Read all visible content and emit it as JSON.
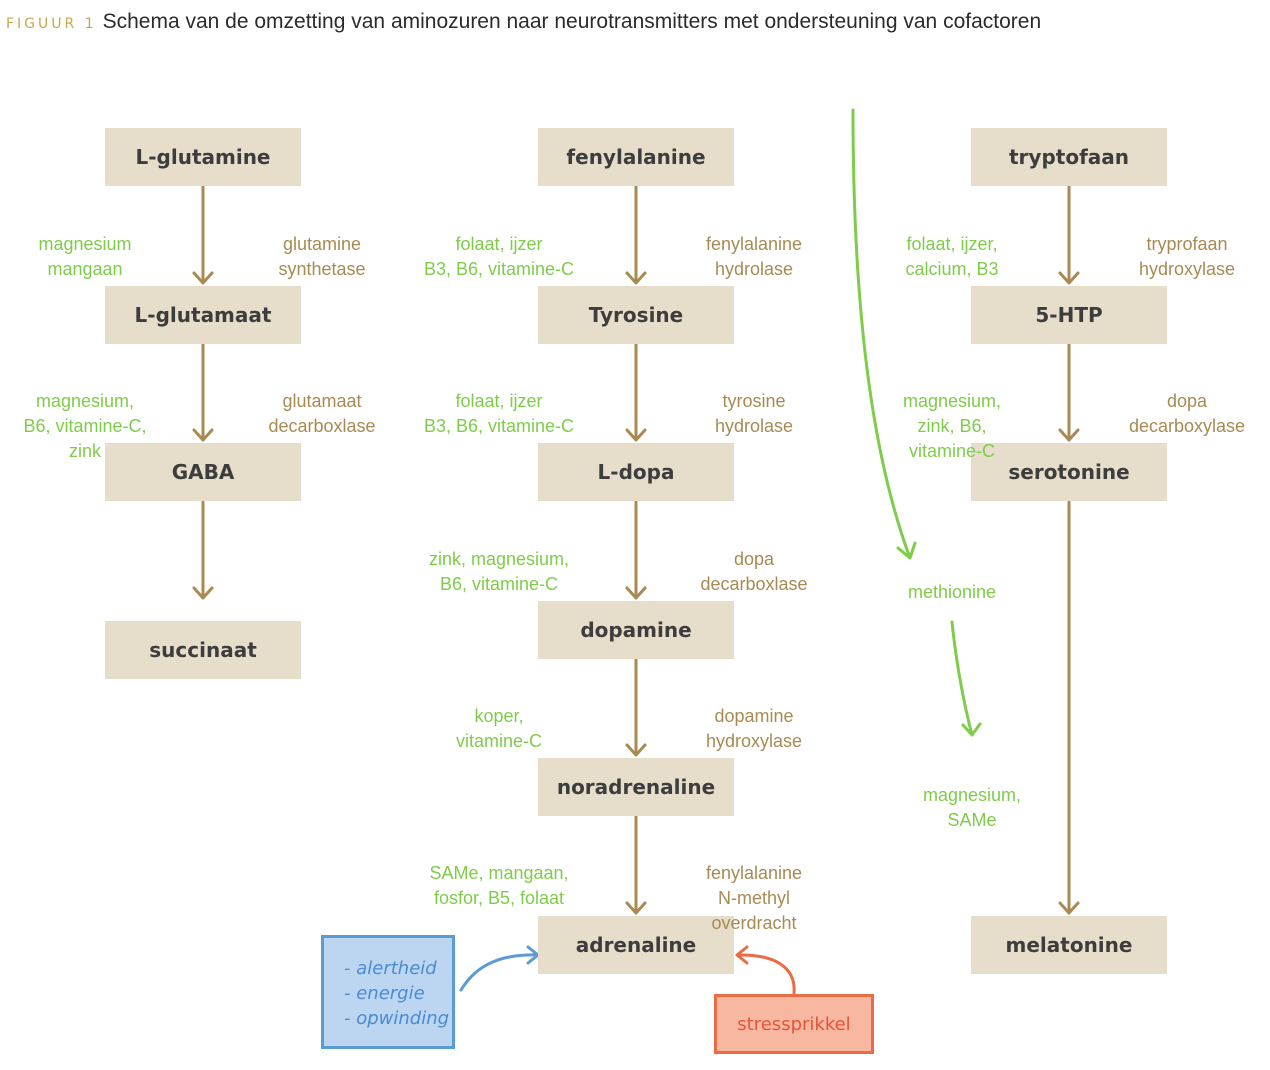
{
  "caption": {
    "figure_label": "FIGUUR 1",
    "title": "Schema van de omzetting van aminozuren naar neurotransmitters met ondersteuning van cofactoren"
  },
  "nodes": {
    "l_glutamine": "L-glutamine",
    "l_glutamaat": "L-glutamaat",
    "gaba": "GABA",
    "succinaat": "succinaat",
    "fenylalanine": "fenylalanine",
    "tyrosine": "Tyrosine",
    "l_dopa": "L-dopa",
    "dopamine": "dopamine",
    "noradrenaline": "noradrenaline",
    "adrenaline": "adrenaline",
    "tryptofaan": "tryptofaan",
    "htp": "5-HTP",
    "serotonine": "serotonine",
    "melatonine": "melatonine"
  },
  "cofactors": {
    "glutamine_to_glutamaat": [
      "magnesium",
      "mangaan"
    ],
    "glutamaat_to_gaba": [
      "magnesium,",
      "B6, vitamine-C,",
      "zink"
    ],
    "fenylalanine_to_tyrosine": [
      "folaat, ijzer",
      "B3, B6, vitamine-C"
    ],
    "tyrosine_to_ldopa": [
      "folaat, ijzer",
      "B3, B6, vitamine-C"
    ],
    "ldopa_to_dopamine": [
      "zink, magnesium,",
      "B6, vitamine-C"
    ],
    "dopamine_to_noradrenaline": [
      "koper,",
      "vitamine-C"
    ],
    "noradrenaline_to_adrenaline": [
      "SAMe, mangaan,",
      "fosfor, B5, folaat"
    ],
    "tryptofaan_to_htp": [
      "folaat, ijzer,",
      "calcium, B3"
    ],
    "htp_to_serotonine": [
      "magnesium,",
      "zink, B6,",
      "vitamine-C"
    ],
    "methionine": "methionine",
    "serotonine_to_melatonine": [
      "magnesium,",
      "SAMe"
    ]
  },
  "enzymes": {
    "glutamine_synthetase": [
      "glutamine",
      "synthetase"
    ],
    "glutamaat_decarboxlase": [
      "glutamaat",
      "decarboxlase"
    ],
    "fenylalanine_hydrolase": [
      "fenylalanine",
      "hydrolase"
    ],
    "tyrosine_hydrolase": [
      "tyrosine",
      "hydrolase"
    ],
    "dopa_decarboxlase": [
      "dopa",
      "decarboxlase"
    ],
    "dopamine_hydroxylase": [
      "dopamine",
      "hydroxylase"
    ],
    "fenylalanine_n_methyl": [
      "fenylalanine",
      "N-methyl",
      "overdracht"
    ],
    "tryprofaan_hydroxylase": [
      "tryprofaan",
      "hydroxylase"
    ],
    "dopa_decarboxylase": [
      "dopa",
      "decarboxylase"
    ]
  },
  "effects": [
    "- alertheid",
    "- energie",
    "- opwinding"
  ],
  "stress_trigger": "stressprikkel",
  "colors": {
    "box_fill": "#e6ddca",
    "arrow": "#a88a52",
    "cofactor_text": "#7fcc4a",
    "enzyme_text": "#a88a52",
    "effects_fill": "#bcd6f1",
    "effects_border": "#5a9bd6",
    "stress_fill": "#f8b7a1",
    "stress_border": "#ea6c45"
  }
}
